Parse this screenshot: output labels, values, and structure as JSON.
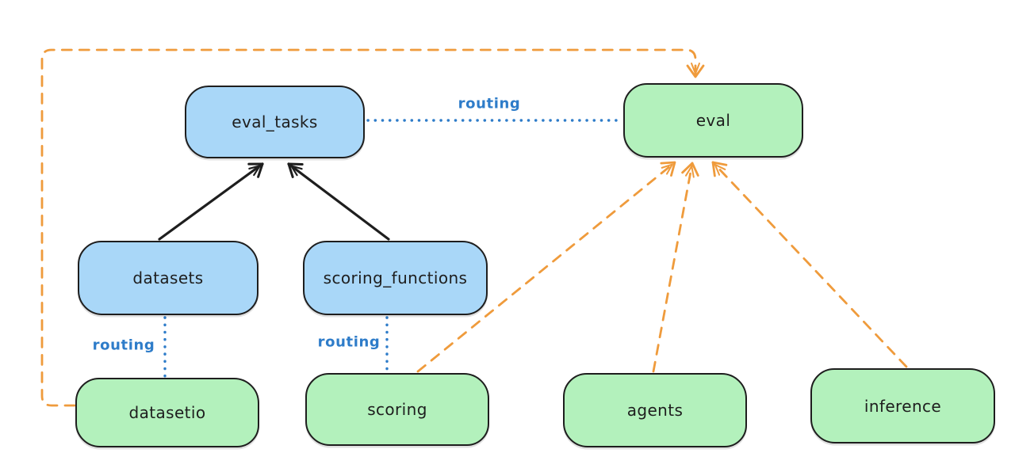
{
  "diagram": {
    "nodes": [
      {
        "id": "eval_tasks",
        "label": "eval_tasks",
        "color": "blue"
      },
      {
        "id": "eval",
        "label": "eval",
        "color": "green"
      },
      {
        "id": "datasets",
        "label": "datasets",
        "color": "blue"
      },
      {
        "id": "scoring_functions",
        "label": "scoring_functions",
        "color": "blue"
      },
      {
        "id": "datasetio",
        "label": "datasetio",
        "color": "green"
      },
      {
        "id": "scoring",
        "label": "scoring",
        "color": "green"
      },
      {
        "id": "agents",
        "label": "agents",
        "color": "green"
      },
      {
        "id": "inference",
        "label": "inference",
        "color": "green"
      }
    ],
    "edges": [
      {
        "from": "datasets",
        "to": "eval_tasks",
        "style": "solid-black-arrow",
        "label": ""
      },
      {
        "from": "scoring_functions",
        "to": "eval_tasks",
        "style": "solid-black-arrow",
        "label": ""
      },
      {
        "from": "eval_tasks",
        "to": "eval",
        "style": "dotted-blue-line",
        "label": "routing"
      },
      {
        "from": "datasets",
        "to": "datasetio",
        "style": "dotted-blue-line",
        "label": "routing"
      },
      {
        "from": "scoring_functions",
        "to": "scoring",
        "style": "dotted-blue-line",
        "label": "routing"
      },
      {
        "from": "datasetio",
        "to": "eval",
        "style": "dashed-orange-arrow",
        "label": ""
      },
      {
        "from": "scoring",
        "to": "eval",
        "style": "dashed-orange-arrow",
        "label": ""
      },
      {
        "from": "agents",
        "to": "eval",
        "style": "dashed-orange-arrow",
        "label": ""
      },
      {
        "from": "inference",
        "to": "eval",
        "style": "dashed-orange-arrow",
        "label": ""
      }
    ],
    "colors": {
      "node_blue_fill": "#a9d7f8",
      "node_green_fill": "#b3f1bc",
      "node_stroke": "#1e1e1e",
      "solid_arrow": "#1e1e1e",
      "routing_blue": "#2e7cc9",
      "dashed_orange": "#ef9b3c",
      "background": "#ffffff"
    }
  }
}
